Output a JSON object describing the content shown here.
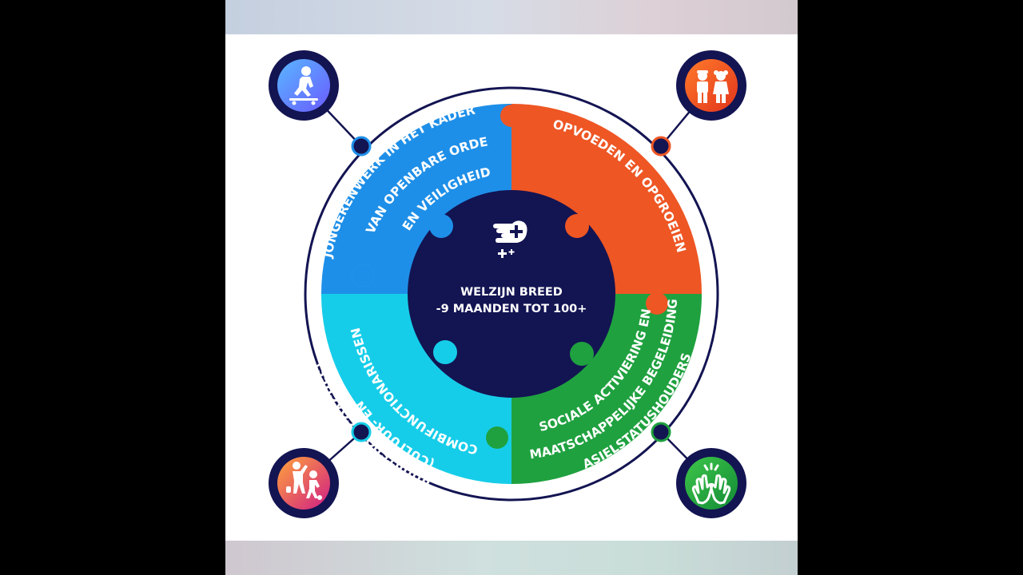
{
  "center": {
    "line1": "WELZIJN BREED",
    "line2": "-9 MAANDEN TOT 100+",
    "icon": "helping-hand-plus-icon"
  },
  "segments": [
    {
      "id": "top-left",
      "color": "#1e8fe8",
      "icon": "skateboarder-icon",
      "lines": [
        "JONGERENWERK IN HET KADER",
        "VAN OPENBARE ORDE",
        "EN VEILIGHEID"
      ]
    },
    {
      "id": "top-right",
      "color": "#ee5624",
      "icon": "children-icon",
      "lines": [
        "OPVOEDEN EN OPGROEIEN"
      ]
    },
    {
      "id": "bottom-left",
      "color": "#16cde9",
      "icon": "sport-coaches-icon",
      "lines": [
        "COMBIFUNCTIONARISSEN",
        "(CULTUUR- EN",
        "BUURTSPORTCOACHES)"
      ]
    },
    {
      "id": "bottom-right",
      "color": "#1fa13f",
      "icon": "high-five-icon",
      "lines": [
        "SOCIALE ACTIVIERING EN",
        "MAATSCHAPPELIJKE BEGELEIDING",
        "ASIELSTATUSHOUDERS"
      ]
    }
  ],
  "colors": {
    "navy": "#131452",
    "white": "#ffffff"
  }
}
